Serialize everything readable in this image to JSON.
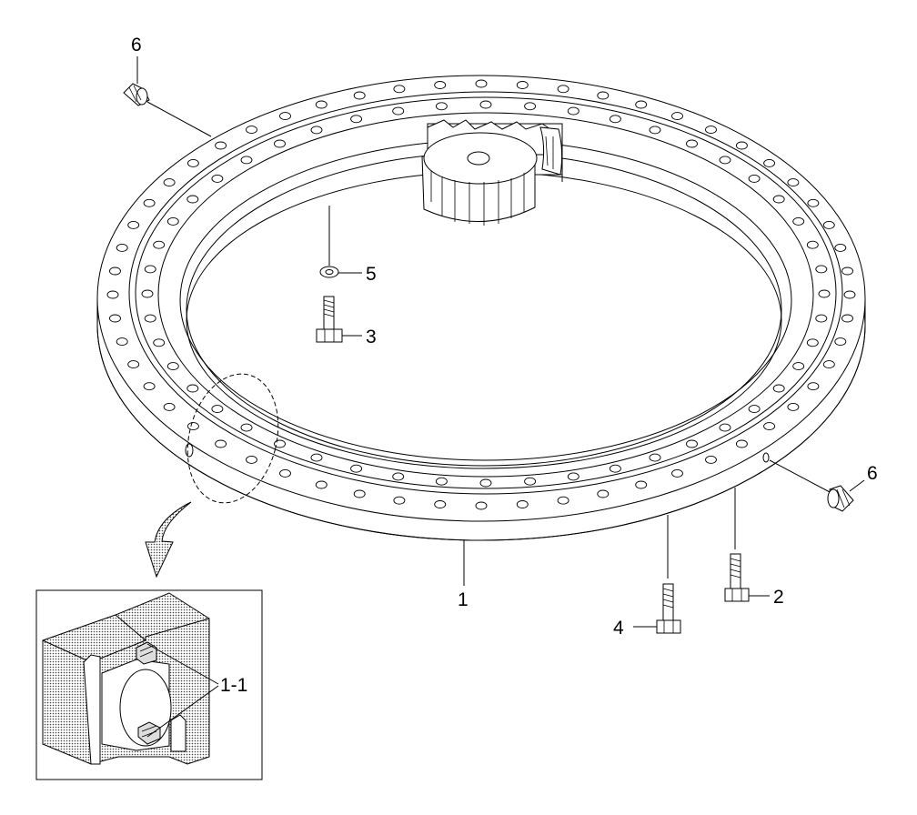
{
  "labels": {
    "ring": "1",
    "seal": "1-1",
    "bolt_right": "2",
    "bolt_inner": "3",
    "bolt_front": "4",
    "washer": "5",
    "grease_top": "6",
    "grease_right": "6"
  }
}
